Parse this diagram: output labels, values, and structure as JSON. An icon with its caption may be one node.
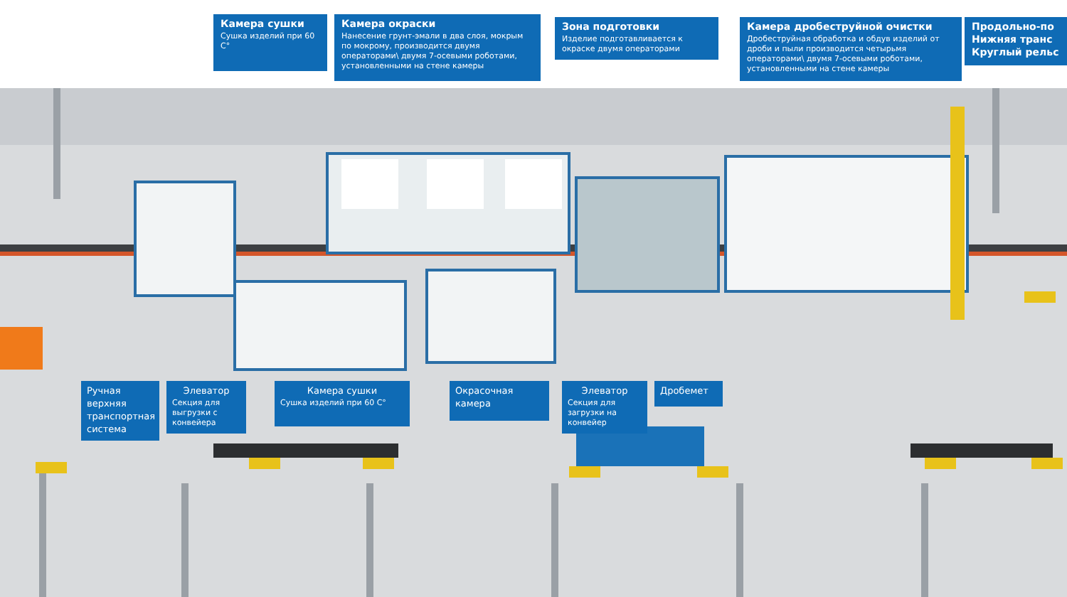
{
  "diagram": {
    "nodes": [
      {
        "text": [
          "Камера сушки",
          "Сушка изделий при 60 C°"
        ]
      },
      {
        "text": [
          "Камера окраски",
          "Нанесение грунт-эмали в два слоя, мокрым по мокрому, производится двумя операторами\\ двумя 7-осевыми роботами, установленными на стене камеры"
        ]
      },
      {
        "text": [
          "Зона подготовки",
          "Изделие подготавливается к окраске двумя операторами"
        ]
      },
      {
        "text": [
          "Камера дробеструйной очистки",
          "Дробеструйная обработка и обдув изделий от дроби и пыли производится четырьмя операторами\\ двумя 7-осевыми роботами, установленными на стене камеры"
        ]
      },
      {
        "text": [
          "Продольно-по",
          "Нижняя транс",
          "Круглый рельс"
        ]
      },
      {
        "text": [
          "Ручная верхняя транспортная система"
        ]
      },
      {
        "text": [
          "Элеватор",
          "Секция для выгрузки с конвейера"
        ]
      },
      {
        "text": [
          "Камера сушки",
          "Сушка изделий при 60 C°"
        ]
      },
      {
        "text": [
          "Окрасочная камера"
        ]
      },
      {
        "text": [
          "Элеватор",
          "Секция для загрузки на конвейер"
        ]
      },
      {
        "text": [
          "Дробемет"
        ]
      }
    ]
  }
}
